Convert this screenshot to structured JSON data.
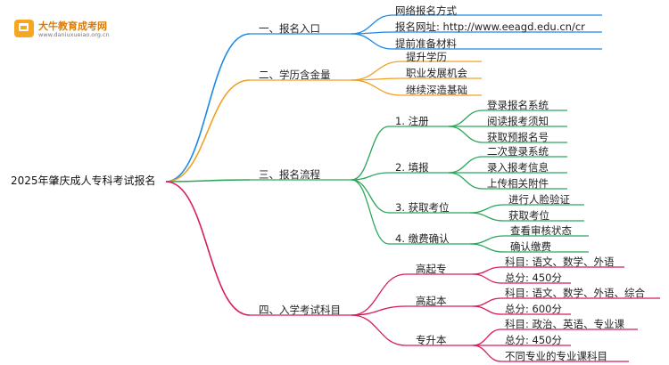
{
  "logo": {
    "name": "大牛教育成考网",
    "url": "www.daniuxueiao.org.cn"
  },
  "root": "2025年肇庆成人专科考试报名",
  "branches": [
    {
      "label": "一、报名入口",
      "color": "#1e88e5",
      "children": [
        "网络报名方式",
        "报名网址: http://www.eeagd.edu.cn/cr",
        "提前准备材料"
      ]
    },
    {
      "label": "二、学历含金量",
      "color": "#f0a020",
      "children": [
        "提升学历",
        "职业发展机会",
        "继续深造基础"
      ]
    },
    {
      "label": "三、报名流程",
      "color": "#2aa65a",
      "groups": [
        {
          "label": "1. 注册",
          "children": [
            "登录报名系统",
            "阅读报考须知",
            "获取预报名号"
          ]
        },
        {
          "label": "2. 填报",
          "children": [
            "二次登录系统",
            "录入报考信息",
            "上传相关附件"
          ]
        },
        {
          "label": "3. 获取考位",
          "children": [
            "进行人脸验证",
            "获取考位"
          ]
        },
        {
          "label": "4. 缴费确认",
          "children": [
            "查看审核状态",
            "确认缴费"
          ]
        }
      ]
    },
    {
      "label": "四、入学考试科目",
      "color": "#d81b60",
      "groups": [
        {
          "label": "高起专",
          "children": [
            "科目: 语文、数学、外语",
            "总分: 450分"
          ]
        },
        {
          "label": "高起本",
          "children": [
            "科目: 语文、数学、外语、综合",
            "总分: 600分"
          ]
        },
        {
          "label": "专升本",
          "children": [
            "科目: 政治、英语、专业课",
            "总分: 450分",
            "不同专业的专业课科目"
          ]
        }
      ]
    }
  ]
}
